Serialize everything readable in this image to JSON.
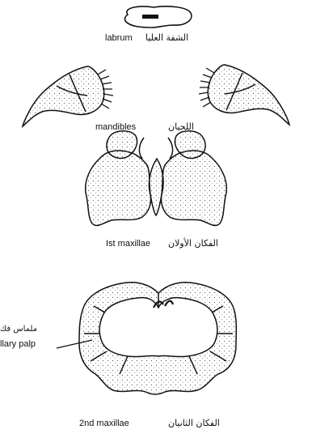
{
  "labels": {
    "labrum_en": "labrum",
    "labrum_ar": "الشفة العليا",
    "mandibles_en": "mandibles",
    "mandibles_ar": "اللحيان",
    "first_maxillae_en": "Ist maxillae",
    "first_maxillae_ar": "الفكان الأولان",
    "palp_ar": "ملماس فك",
    "palp_en": "llary palp",
    "second_maxillae_en": "2nd maxillae",
    "second_maxillae_ar": "الفكان الثانيان"
  }
}
